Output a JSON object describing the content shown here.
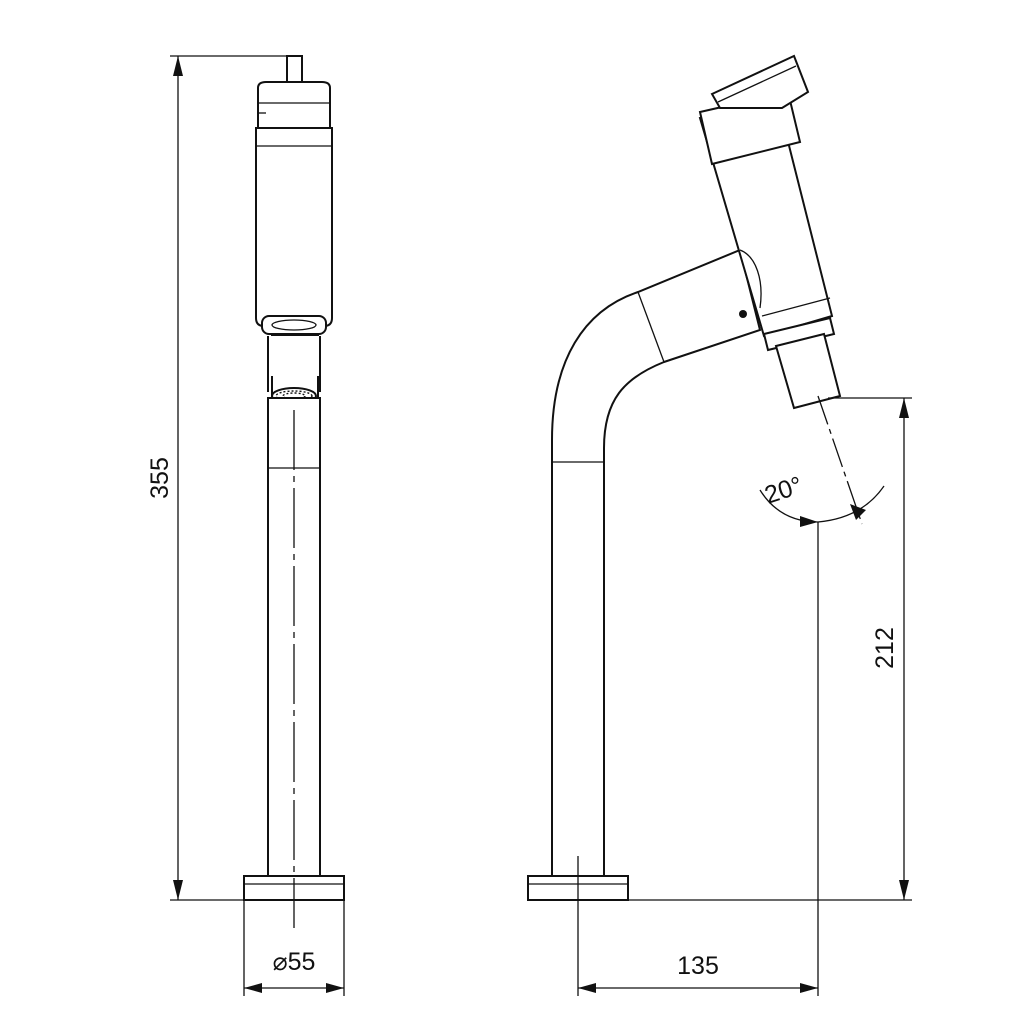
{
  "drawing": {
    "front_view": {
      "overall_height": "355",
      "base_diameter": "⌀55"
    },
    "side_view": {
      "spout_angle": "20°",
      "outlet_height": "212",
      "projection": "135"
    }
  }
}
